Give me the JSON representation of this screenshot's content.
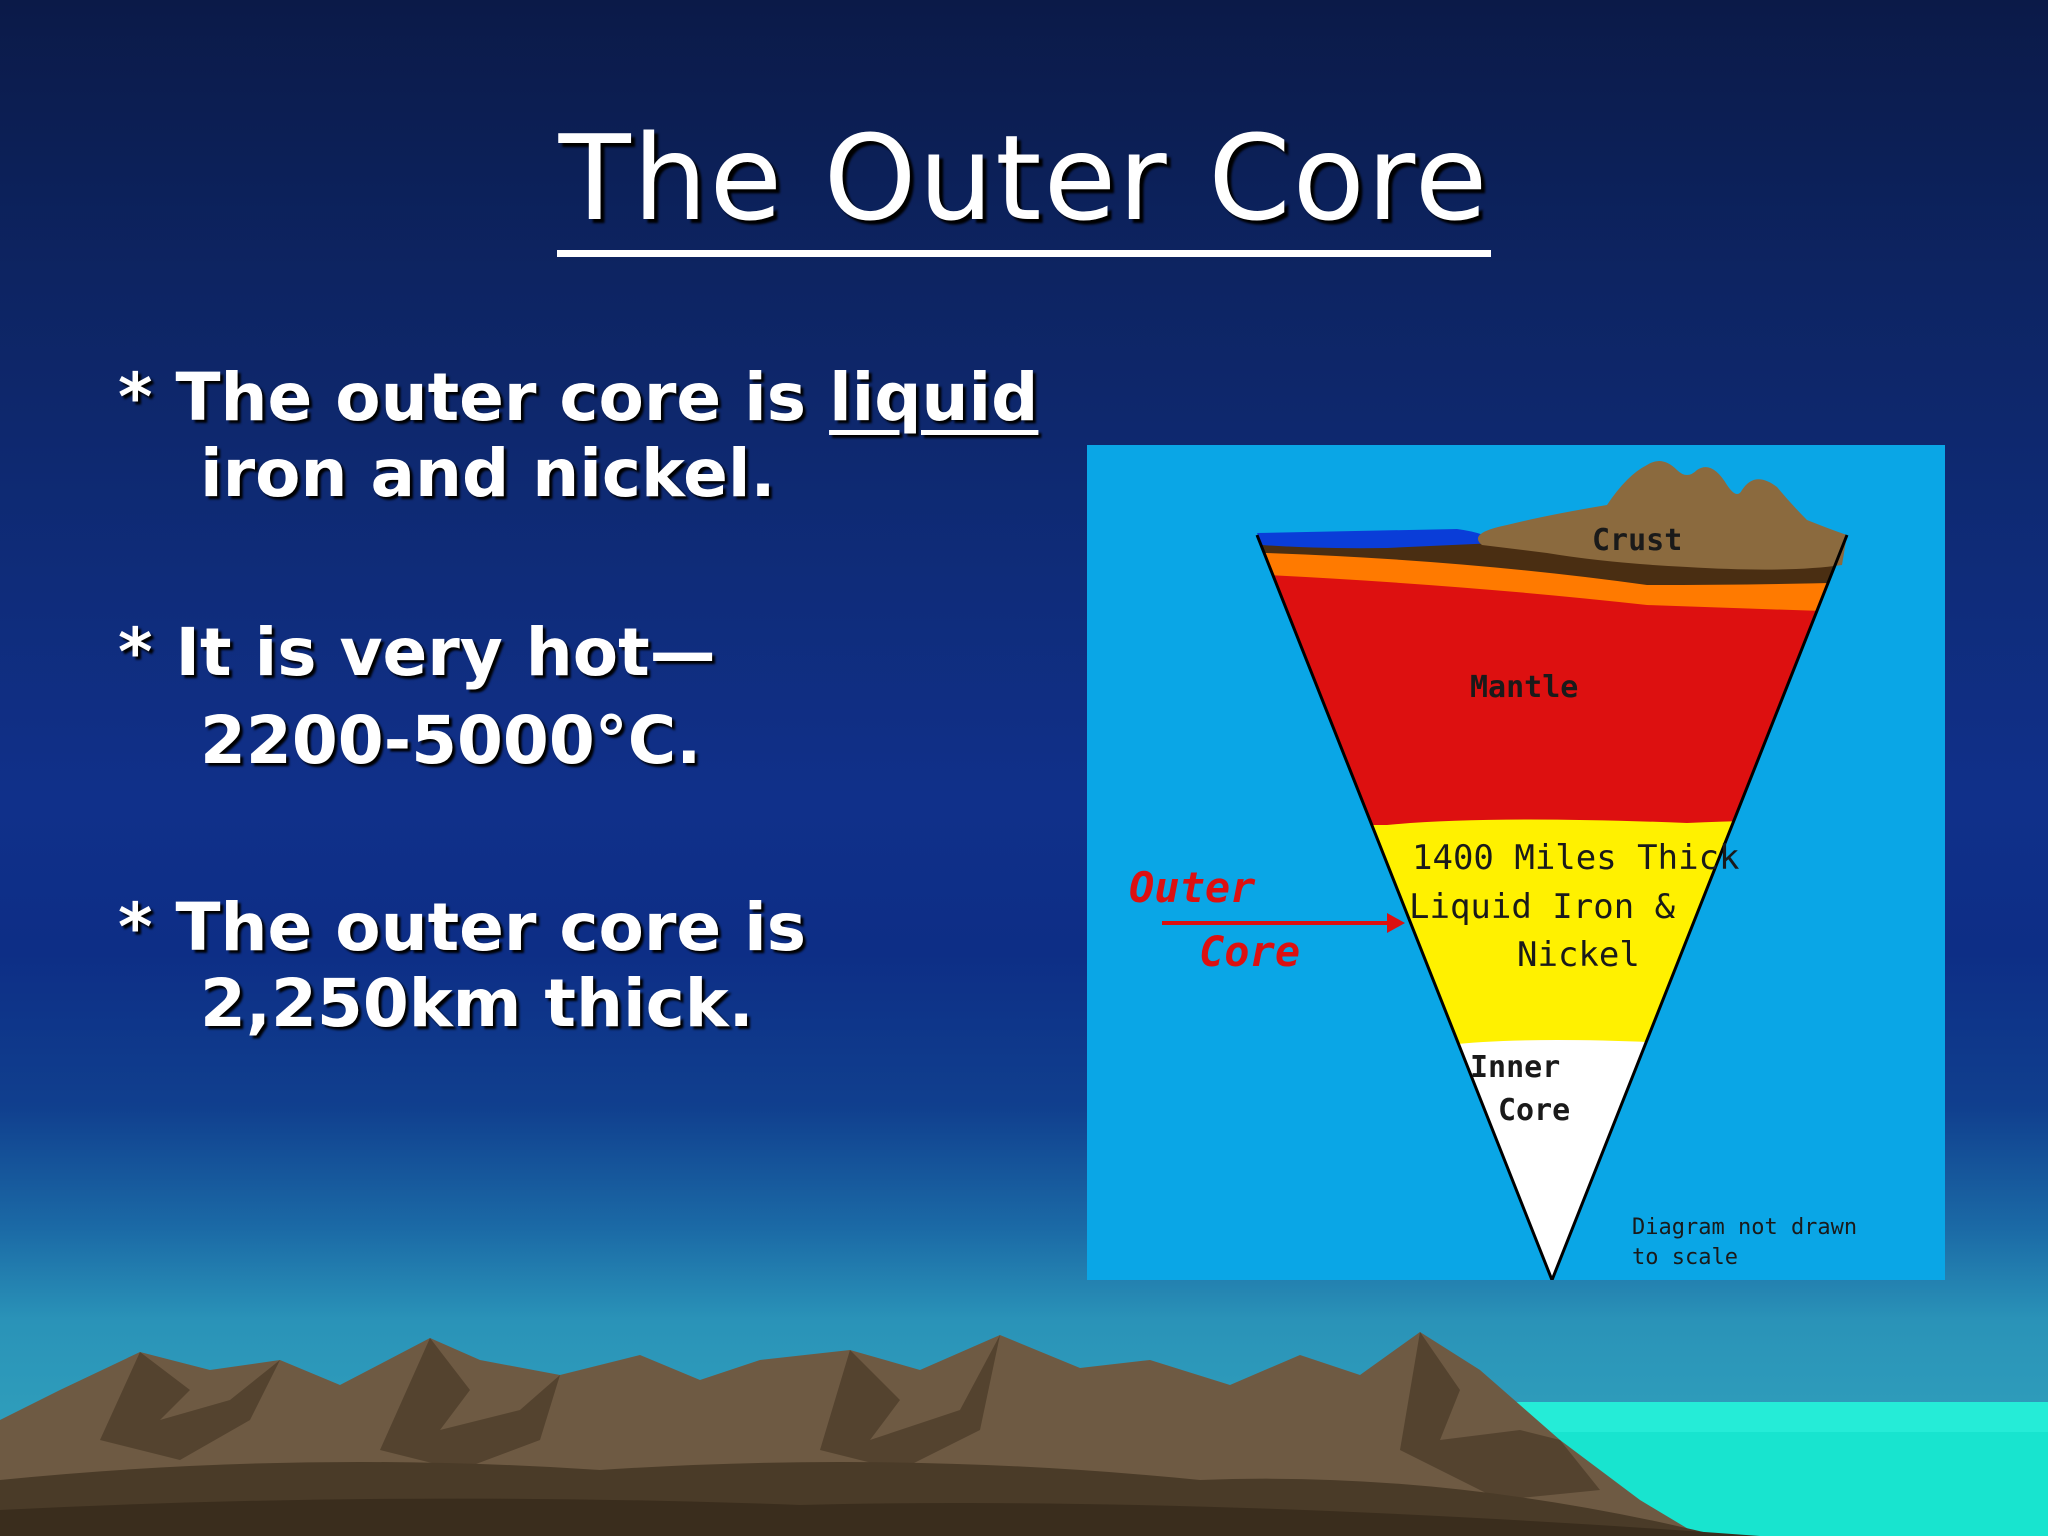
{
  "slide": {
    "title": "The Outer Core",
    "bullets": [
      {
        "marker": "*",
        "lines": [
          {
            "before": "The outer core is ",
            "underlined": "liquid"
          },
          {
            "text": "iron and nickel."
          }
        ]
      },
      {
        "marker": "*",
        "lines": [
          {
            "text": "It is very hot—"
          },
          {
            "text": "2200-5000°C."
          }
        ]
      },
      {
        "marker": "*",
        "lines": [
          {
            "text": "The outer core is"
          },
          {
            "text": "2,250km thick."
          }
        ]
      }
    ]
  },
  "diagram": {
    "layers": {
      "crust": "Crust",
      "mantle": "Mantle",
      "outer_core_desc": [
        "1400 Miles Thick",
        "Liquid Iron &",
        "Nickel"
      ],
      "inner_core": [
        "Inner",
        "Core"
      ]
    },
    "pointer_label": [
      "Outer",
      "Core"
    ],
    "note": [
      "Diagram not drawn",
      "to scale"
    ],
    "colors": {
      "background": "#0aa6e6",
      "crust": "#8b6a3e",
      "ocean": "#0a3dd8",
      "upper_mantle": "#ff7a00",
      "mantle": "#dd1010",
      "outer_core": "#fff100",
      "inner_core": "#ffffff",
      "pointer": "#dd1010"
    }
  }
}
